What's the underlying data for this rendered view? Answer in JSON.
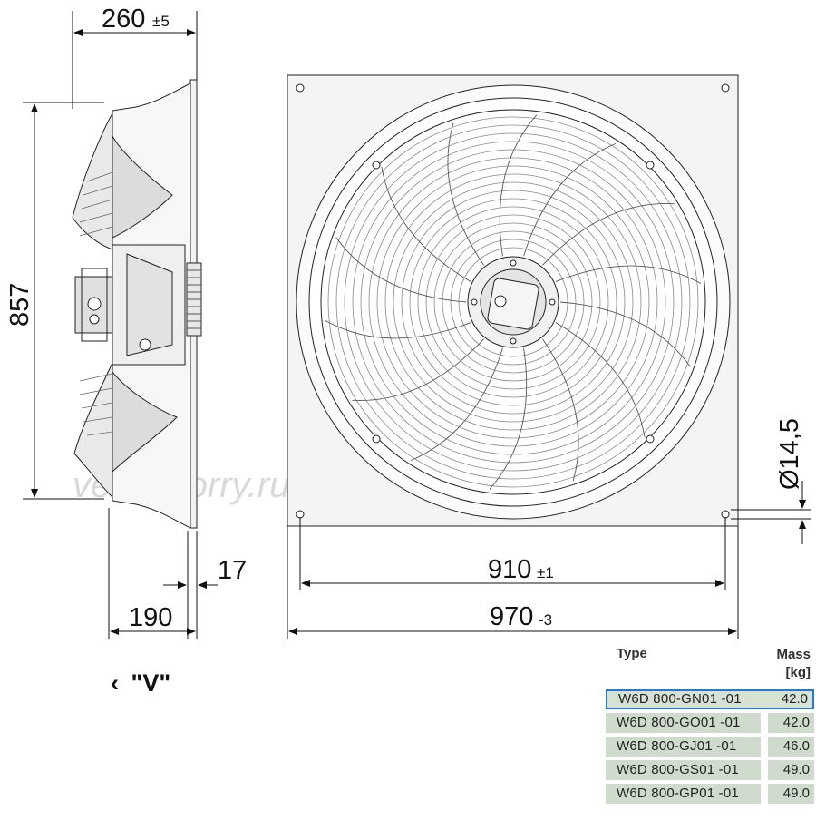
{
  "dimensions": {
    "depth": "260",
    "depth_tol": "±5",
    "height": "857",
    "flange": "17",
    "mount_depth": "190",
    "hole_spacing": "910",
    "hole_spacing_tol": "±1",
    "frame_width": "970",
    "frame_width_tol": "-3",
    "hole_dia": "Ø14,5"
  },
  "watermark": "ventilatorry.ru",
  "view_label": "\"V\"",
  "view_arrow": "‹",
  "table": {
    "col_type": "Type",
    "col_mass": "Mass",
    "col_mass_unit": "[kg]",
    "rows": [
      {
        "type": "W6D 800-GN01  -01",
        "mass": "42.0"
      },
      {
        "type": "W6D 800-GO01  -01",
        "mass": "42.0"
      },
      {
        "type": "W6D 800-GJ01  -01",
        "mass": "46.0"
      },
      {
        "type": "W6D 800-GS01  -01",
        "mass": "49.0"
      },
      {
        "type": "W6D 800-GP01  -01",
        "mass": "49.0"
      }
    ]
  },
  "colors": {
    "selection": "#2a78c8",
    "row_bg": "#cfdccd"
  }
}
